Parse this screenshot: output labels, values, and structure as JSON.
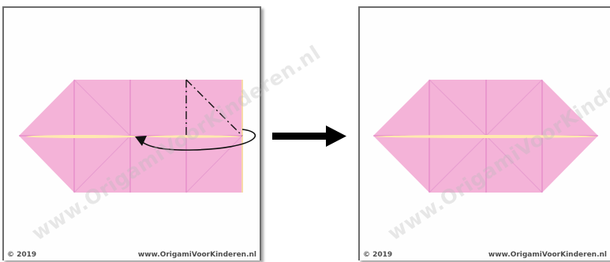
{
  "watermark": "www.OrigamiVoorKinderen.nl",
  "footer": {
    "copyright": "© 2019",
    "site": "www.OrigamiVoorKinderen.nl"
  },
  "colors": {
    "paper": "#f4b3d8",
    "crease": "#e07cc4",
    "fold_line": "#111111",
    "center_glow": "#ffe9b0",
    "border": "#6d6d6d"
  },
  "steps": [
    {
      "name": "before-fold"
    },
    {
      "name": "after-fold"
    }
  ]
}
